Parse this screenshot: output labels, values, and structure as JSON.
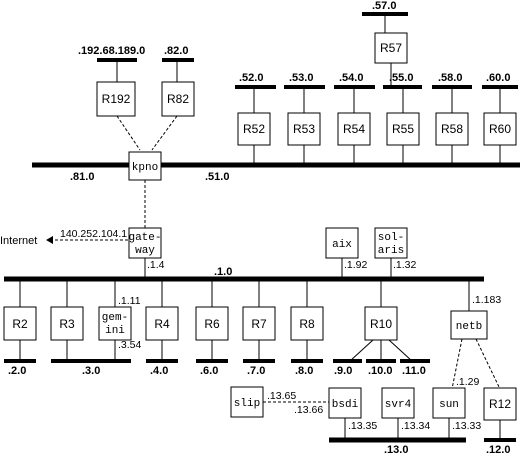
{
  "networks": {
    "n192": ".192.68.189.0",
    "n82": ".82.0",
    "n52": ".52.0",
    "n53": ".53.0",
    "n54": ".54.0",
    "n55": ".55.0",
    "n57": ".57.0",
    "n58": ".58.0",
    "n60": ".60.0",
    "n81": ".81.0",
    "n51": ".51.0",
    "n1": ".1.0",
    "n2": ".2.0",
    "n3": ".3.0",
    "n4": ".4.0",
    "n6": ".6.0",
    "n7": ".7.0",
    "n8": ".8.0",
    "n9": ".9.0",
    "n10": ".10.0",
    "n11": ".11.0",
    "n12": ".12.0",
    "n13": ".13.0"
  },
  "routers": {
    "r192": "R192",
    "r82": "R82",
    "r52": "R52",
    "r53": "R53",
    "r54": "R54",
    "r55": "R55",
    "r57": "R57",
    "r58": "R58",
    "r60": "R60",
    "r2": "R2",
    "r3": "R3",
    "r4": "R4",
    "r6": "R6",
    "r7": "R7",
    "r8": "R8",
    "r10": "R10",
    "r12": "R12"
  },
  "hosts": {
    "kpno": "kpno",
    "gateway_1": "gate-",
    "gateway_2": "way",
    "gemini_1": "gem-",
    "gemini_2": "ini",
    "aix": "aix",
    "solaris_1": "sol-",
    "solaris_2": "aris",
    "netb": "netb",
    "slip": "slip",
    "bsdi": "bsdi",
    "svr4": "svr4",
    "sun": "sun"
  },
  "interfaces": {
    "internet_addr": "140.252.104.1",
    "gateway_if": ".1.4",
    "gemini_top": ".1.11",
    "gemini_bottom": ".3.54",
    "aix_if": ".1.92",
    "solaris_if": ".1.32",
    "netb_if": ".1.183",
    "sun_top": ".1.29",
    "slip_if": ".13.65",
    "bsdi_slip": ".13.66",
    "bsdi_if": ".13.35",
    "svr4_if": ".13.34",
    "sun_if": ".13.33"
  },
  "internet_label": "Internet"
}
